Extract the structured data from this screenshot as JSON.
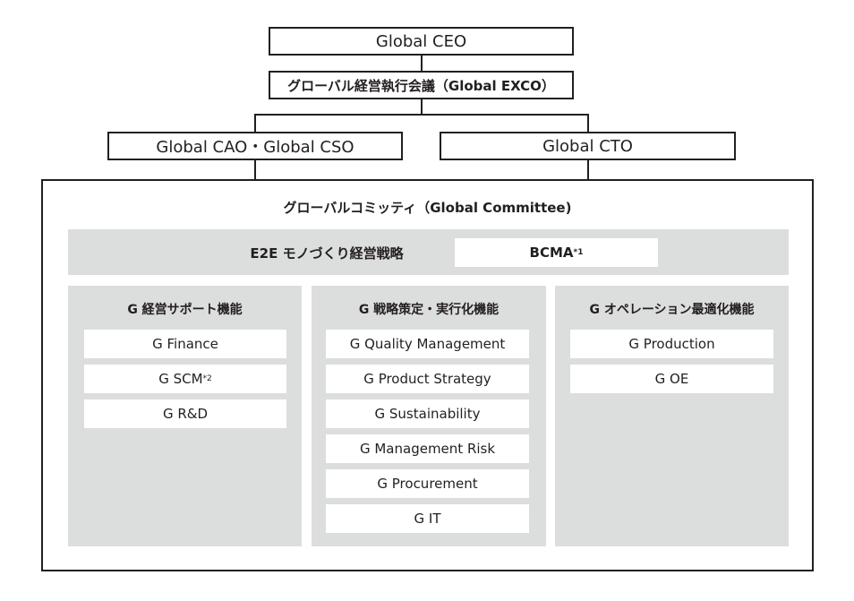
{
  "top": {
    "ceo": "Global CEO",
    "exco": "グローバル経営執行会議（Global EXCO）",
    "cao_cso": "Global CAO・Global CSO",
    "cto": "Global CTO"
  },
  "committee": {
    "title": "グローバルコミッティ（Global Committee)",
    "e2e_label": "E2E モノづくり経営戦略",
    "bcma": "BCMA",
    "bcma_note": "*1",
    "columns": [
      {
        "heading": "G 経営サポート機能",
        "items": [
          "G Finance",
          "G SCM",
          "G R&D"
        ],
        "notes": [
          "",
          "*2",
          ""
        ]
      },
      {
        "heading": "G 戦略策定・実行化機能",
        "items": [
          "G Quality Management",
          "G Product Strategy",
          "G Sustainability",
          "G Management Risk",
          "G Procurement",
          "G IT"
        ]
      },
      {
        "heading": "G オペレーション最適化機能",
        "items": [
          "G Production",
          "G OE"
        ]
      }
    ]
  }
}
